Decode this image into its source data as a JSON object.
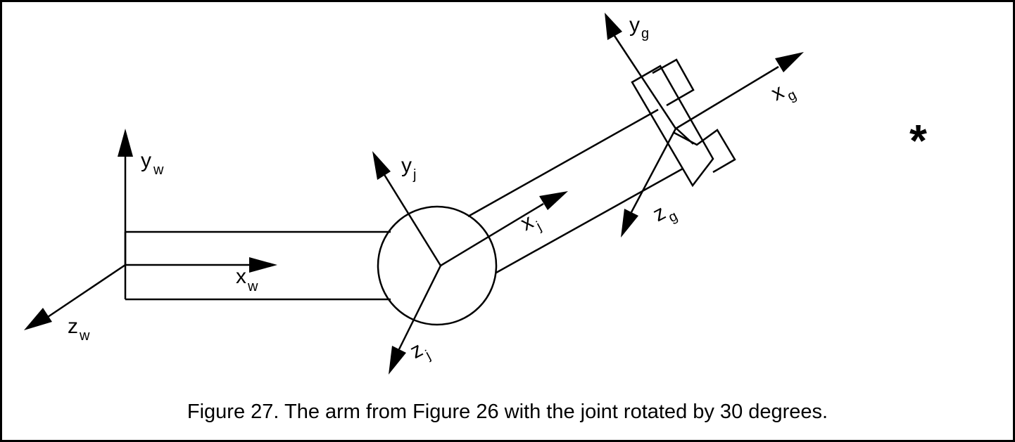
{
  "figure": {
    "caption": "Figure 27.  The arm from Figure 26 with the joint rotated by 30 degrees.",
    "marker": "*"
  },
  "world_frame": {
    "y_label": "y",
    "y_sub": "w",
    "x_label": "x",
    "x_sub": "w",
    "z_label": "z",
    "z_sub": "w"
  },
  "joint_frame": {
    "y_label": "y",
    "y_sub": "j",
    "x_label": "x",
    "x_sub": "j",
    "z_label": "z",
    "z_sub": "j",
    "rotation_degrees": 30
  },
  "gripper_frame": {
    "y_label": "y",
    "y_sub": "g",
    "x_label": "x",
    "x_sub": "g",
    "z_label": "z",
    "z_sub": "g"
  },
  "colors": {
    "stroke": "#000000",
    "background": "#ffffff"
  }
}
